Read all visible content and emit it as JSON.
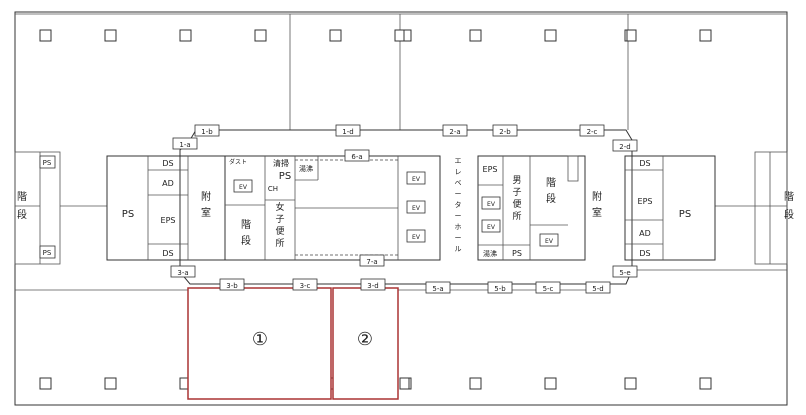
{
  "rooms": {
    "ps": "PS",
    "ds": "DS",
    "ad": "AD",
    "eps": "EPS",
    "stairs_v": "階段",
    "vestibule": "附室",
    "dust": "ダスト",
    "cleaning": "清掃",
    "hot_water": "湯沸",
    "ch": "CH",
    "ev": "EV",
    "womens_wc": "女子便所",
    "mens_wc": "男子便所",
    "elevator_hall": "エレベーターホール"
  },
  "tags": [
    "1-a",
    "1-b",
    "1-d",
    "2-a",
    "2-b",
    "2-c",
    "2-d",
    "3-a",
    "3-b",
    "3-c",
    "3-d",
    "5-a",
    "5-b",
    "5-c",
    "5-d",
    "5-e",
    "6-a",
    "7-a"
  ],
  "units": [
    {
      "label": "①"
    },
    {
      "label": "②"
    }
  ]
}
